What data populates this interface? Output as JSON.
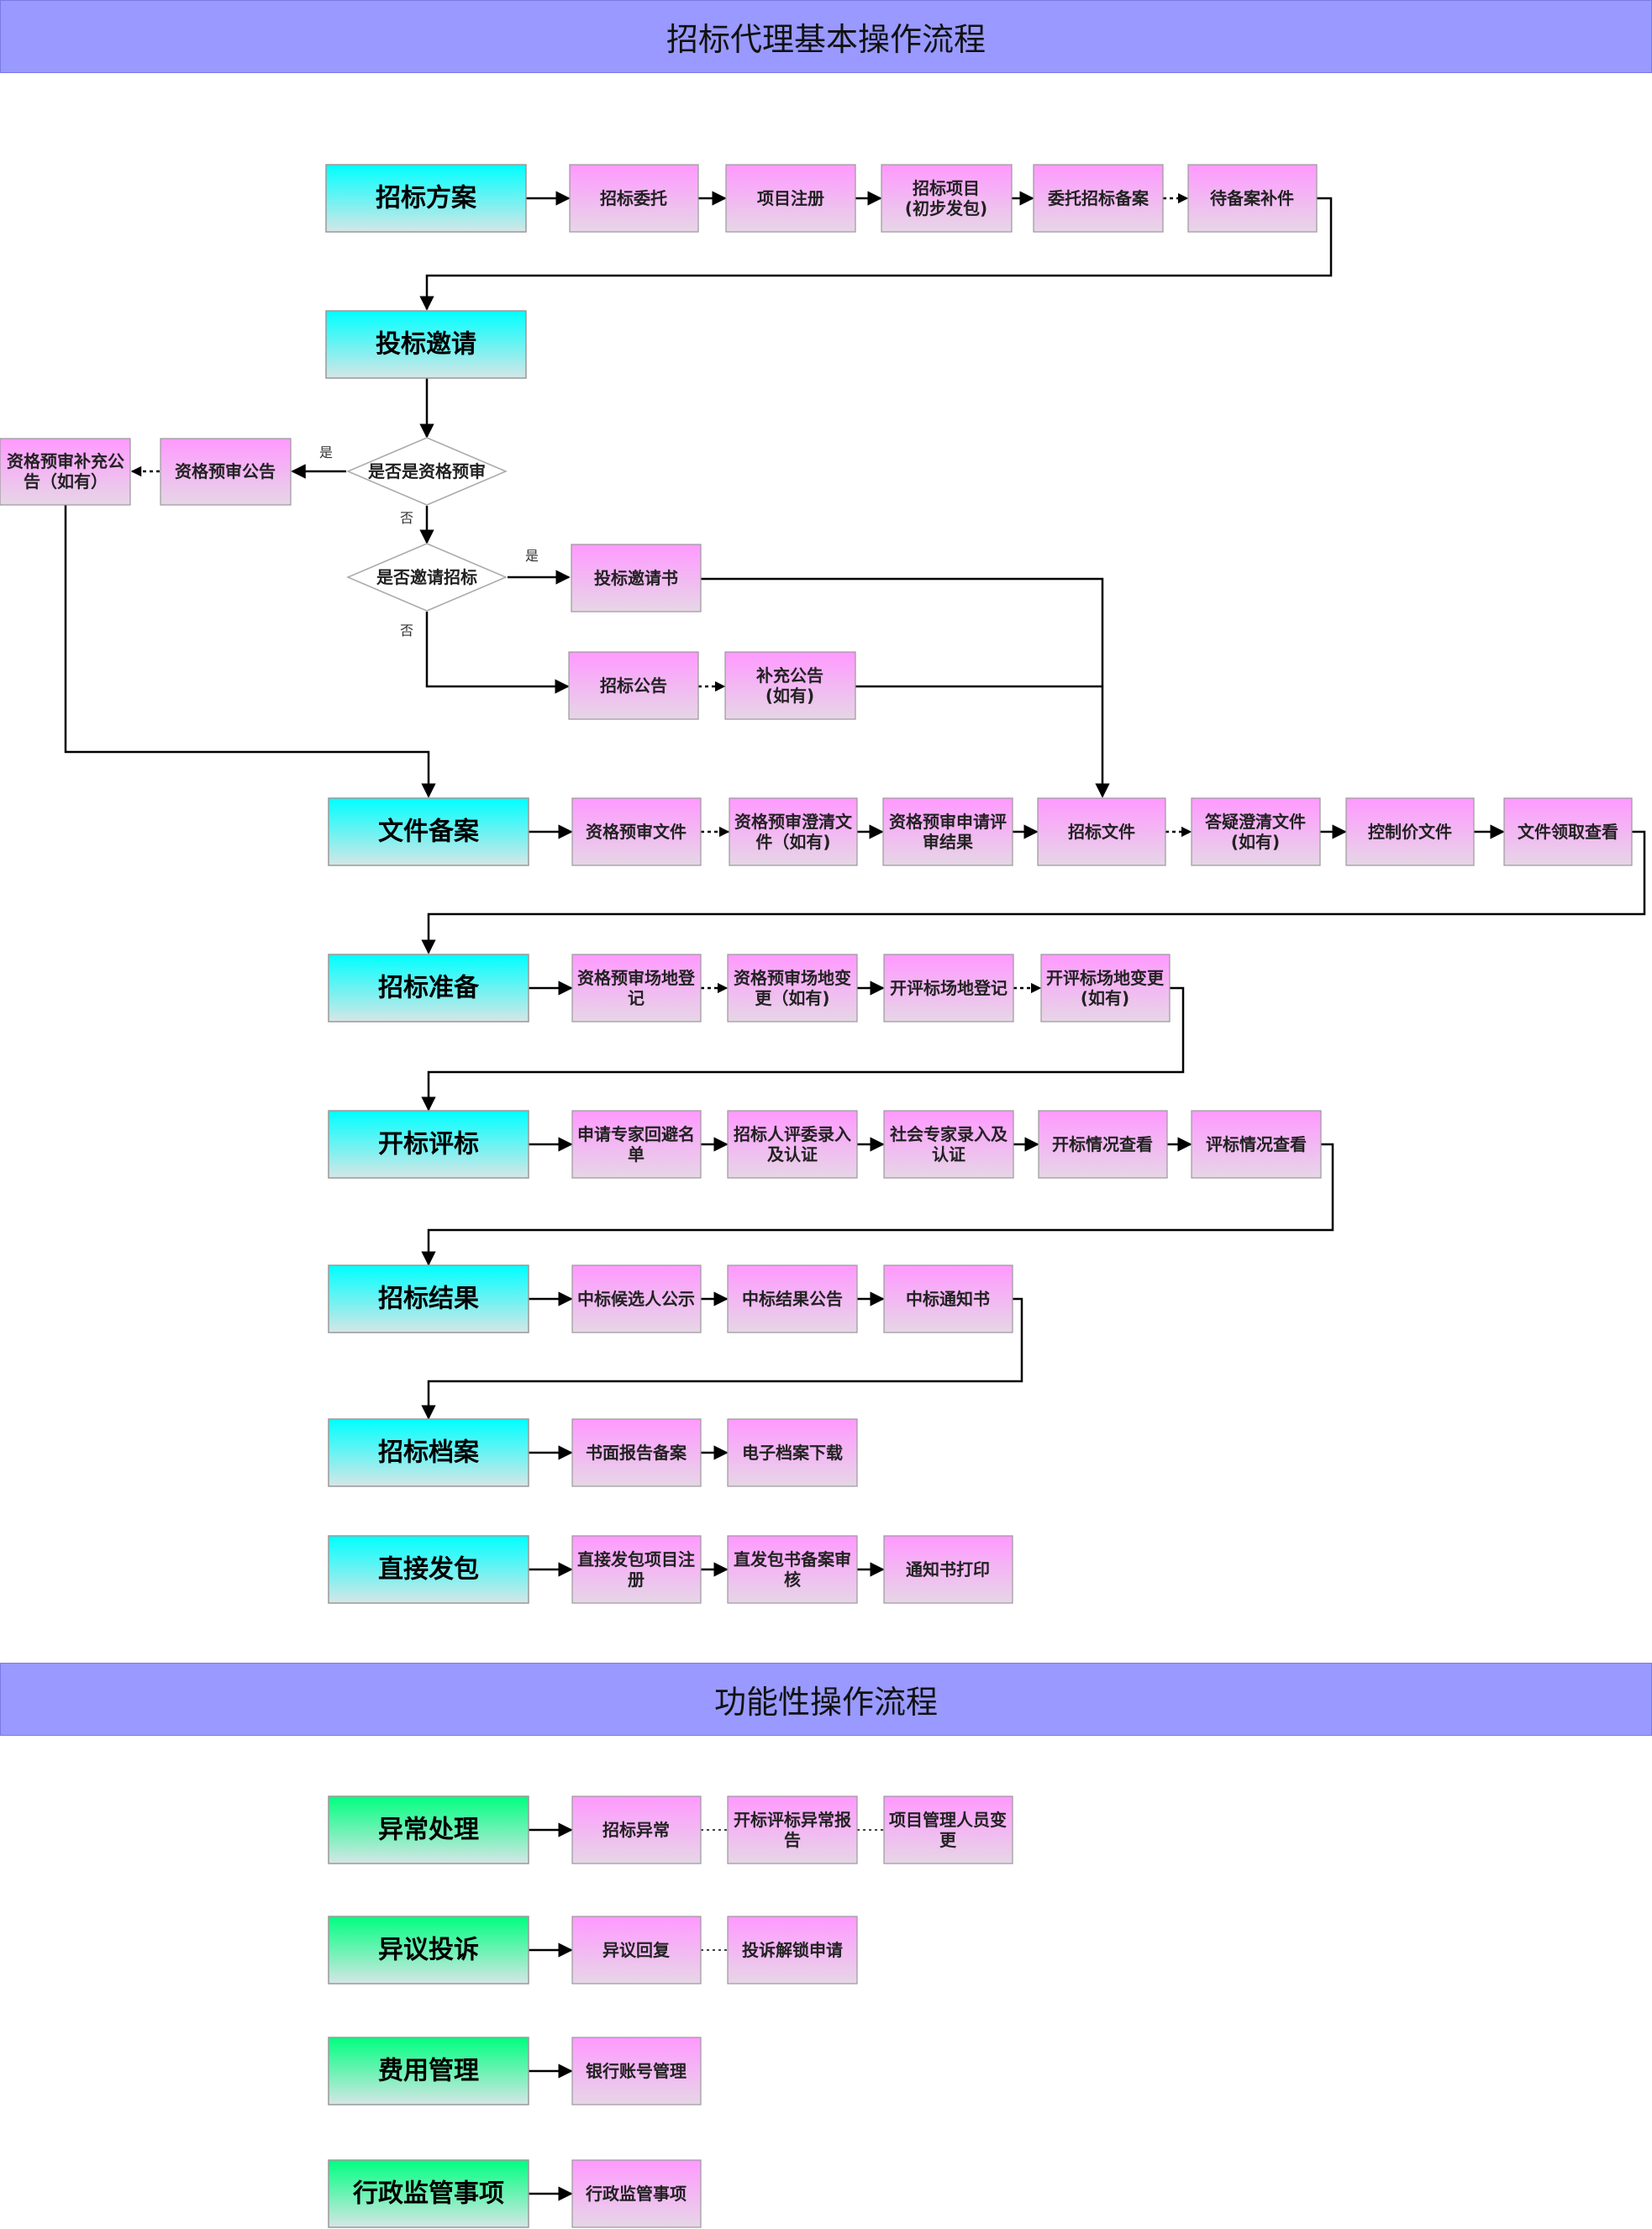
{
  "banners": {
    "main": "招标代理基本操作流程",
    "functional": "功能性操作流程"
  },
  "colors": {
    "banner": "#9999ff",
    "stage_top": "#00ffff",
    "stage_bottom": "#d6e6e6",
    "func_top": "#00ff80",
    "func_bottom": "#d6e6e6",
    "step_top": "#ff99ff",
    "step_bottom": "#e6d6e6",
    "line": "#000000"
  },
  "edge_labels": {
    "yes": "是",
    "no": "否"
  },
  "stages": {
    "tender_plan": "招标方案",
    "bid_invite": "投标邀请",
    "file_filing": "文件备案",
    "tender_prep": "招标准备",
    "open_eval": "开标评标",
    "tender_result": "招标结果",
    "tender_archive": "招标档案",
    "direct_award": "直接发包",
    "exception": "异常处理",
    "objection": "异议投诉",
    "fee": "费用管理",
    "admin": "行政监管事项"
  },
  "decisions": {
    "is_prequal": "是否是资格预审",
    "is_invite": "是否邀请招标"
  },
  "steps": {
    "entrust": "招标委托",
    "project_register": "项目注册",
    "tender_project": [
      "招标项目",
      "(初步发包)"
    ],
    "entrust_filing": "委托招标备案",
    "pending_supplement": "待备案补件",
    "prequal_notice": "资格预审公告",
    "prequal_supplement": [
      "资格预审补充公",
      "告（如有）"
    ],
    "invite_letter": "投标邀请书",
    "tender_notice": "招标公告",
    "supplement_notice": [
      "补充公告",
      "(如有)"
    ],
    "prequal_file": "资格预审文件",
    "prequal_clarify": [
      "资格预审澄清文",
      "件（如有)"
    ],
    "prequal_result": [
      "资格预审申请评",
      "审结果"
    ],
    "tender_file": "招标文件",
    "qa_clarify": [
      "答疑澄清文件",
      "(如有)"
    ],
    "control_price": "控制价文件",
    "file_view": "文件领取查看",
    "prequal_venue_reg": [
      "资格预审场地登",
      "记"
    ],
    "prequal_venue_change": [
      "资格预审场地变",
      "更（如有)"
    ],
    "eval_venue_reg": "开评标场地登记",
    "eval_venue_change": [
      "开评标场地变更",
      "(如有)"
    ],
    "expert_avoid": [
      "申请专家回避名",
      "单"
    ],
    "tenderee_committee": [
      "招标人评委录入",
      "及认证"
    ],
    "social_expert": [
      "社会专家录入及",
      "认证"
    ],
    "open_view": "开标情况查看",
    "eval_view": "评标情况查看",
    "candidate_publicity": "中标候选人公示",
    "result_notice": "中标结果公告",
    "award_letter": "中标通知书",
    "written_report": "书面报告备案",
    "e_archive_download": "电子档案下载",
    "direct_register": [
      "直接发包项目注",
      "册"
    ],
    "direct_filing_review": [
      "直发包书备案审",
      "核"
    ],
    "notice_print": "通知书打印",
    "tender_exception": "招标异常",
    "eval_exception_report": [
      "开标评标异常报",
      "告"
    ],
    "staff_change": [
      "项目管理人员变",
      "更"
    ],
    "objection_reply": "异议回复",
    "complaint_unlock": "投诉解锁申请",
    "bank_account": "银行账号管理",
    "admin_matter": "行政监管事项"
  }
}
